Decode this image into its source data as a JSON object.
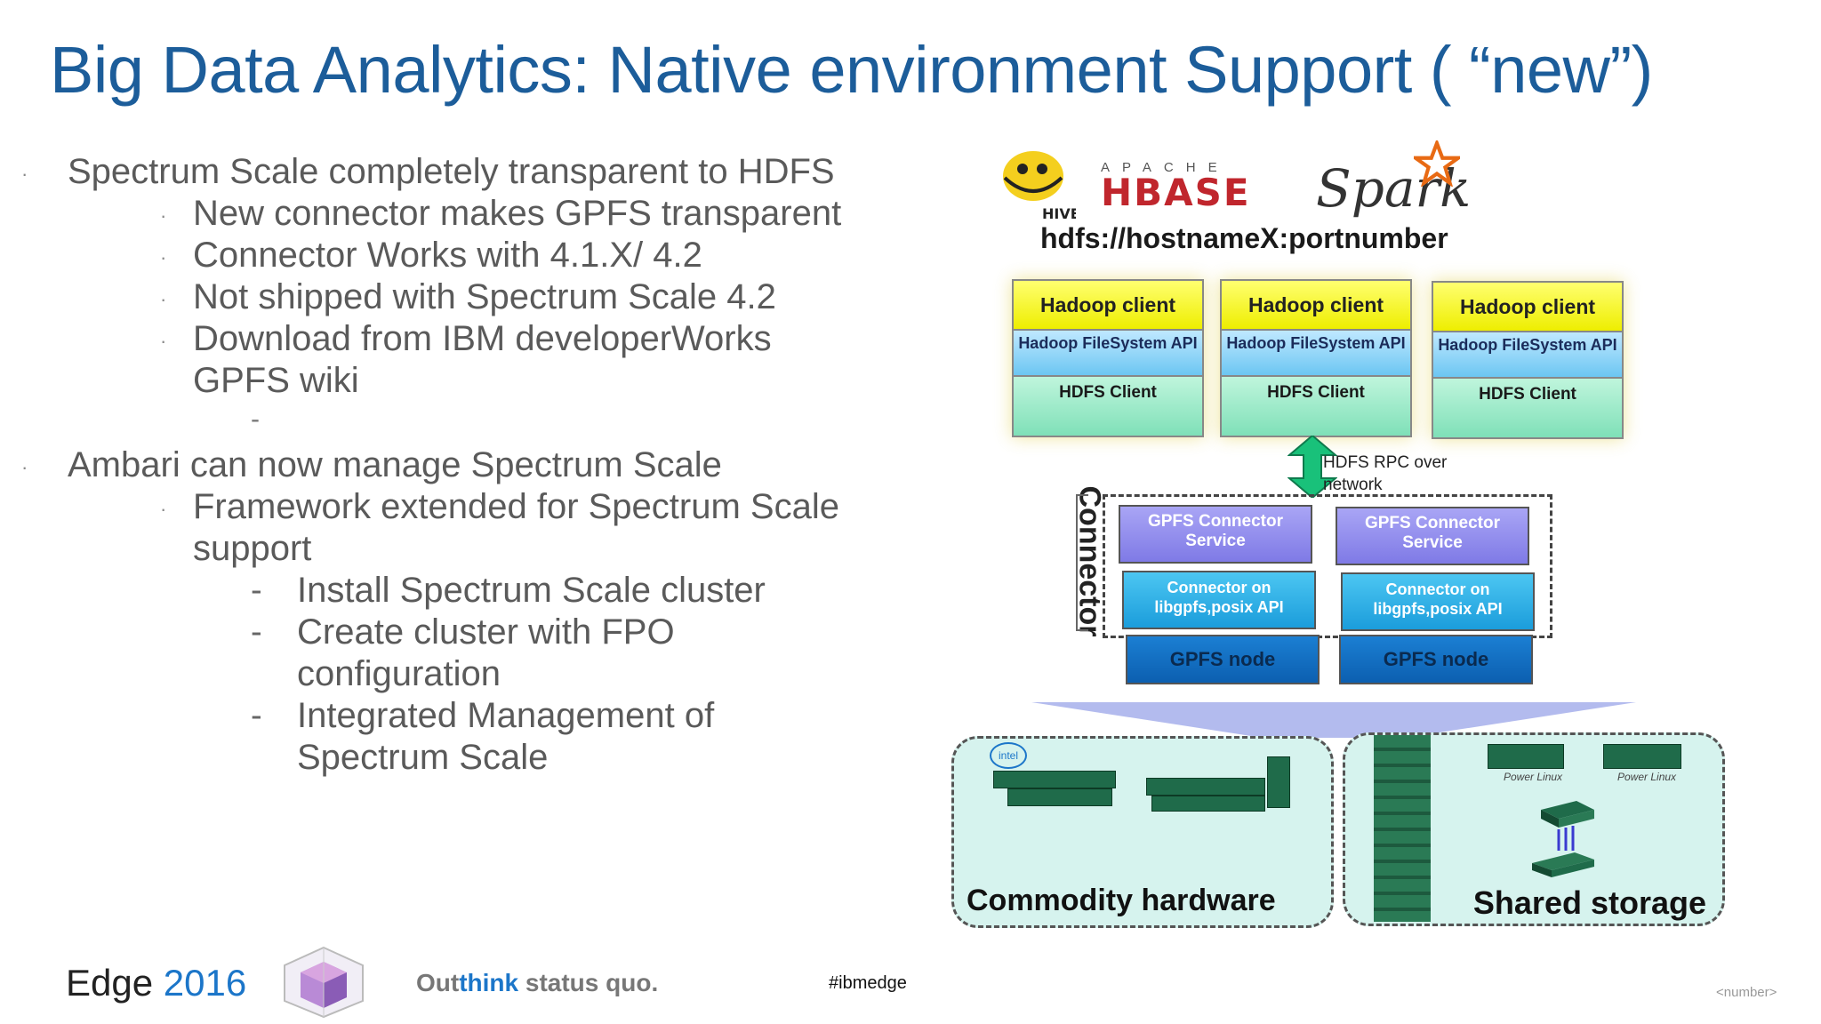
{
  "slide": {
    "title": "Big Data Analytics: Native environment Support ( “new”)"
  },
  "bullets": {
    "b1": "Spectrum Scale completely transparent to HDFS",
    "b1_subs": [
      "New connector makes GPFS transparent",
      "Connector Works with 4.1.X/ 4.2",
      "Not shipped with Spectrum Scale 4.2",
      "Download from IBM developerWorks GPFS wiki"
    ],
    "dash_marker": "-",
    "b2": "Ambari can now manage Spectrum Scale",
    "b2_subs": [
      "Framework extended for Spectrum Scale support"
    ],
    "b2_subsubs": [
      "Install Spectrum Scale cluster",
      "Create cluster with FPO configuration",
      "Integrated Management of Spectrum Scale"
    ]
  },
  "diagram": {
    "logos": {
      "hive": "HIVE",
      "hbase_apache": "APACHE",
      "hbase": "HBASE",
      "spark": "Spark"
    },
    "url": "hdfs://hostnameX:portnumber",
    "columns": [
      {
        "client": "Hadoop client",
        "fs_api": "Hadoop FileSystem API",
        "hdfs_client": "HDFS Client"
      },
      {
        "client": "Hadoop client",
        "fs_api": "Hadoop FileSystem API",
        "hdfs_client": "HDFS Client"
      },
      {
        "client": "Hadoop client",
        "fs_api": "Hadoop FileSystem API",
        "hdfs_client": "HDFS Client"
      }
    ],
    "rpc_label": "HDFS RPC over network",
    "connector_label": "Connector",
    "services": [
      {
        "service": "GPFS Connector Service",
        "connector": "Connector on libgpfs,posix API",
        "node": "GPFS node"
      },
      {
        "service": "GPFS Connector Service",
        "connector": "Connector on libgpfs,posix API",
        "node": "GPFS node"
      }
    ],
    "commodity_label": "Commodity hardware",
    "intel_label": "intel",
    "shared_label": "Shared storage",
    "power_labels": [
      "Power Linux",
      "Power Linux"
    ]
  },
  "footer": {
    "edge": "Edge",
    "year": "2016",
    "outthink_a": "Out",
    "outthink_b": "think",
    "outthink_c": " status quo.",
    "hashtag": "#ibmedge",
    "page_number": "<number>"
  },
  "colors": {
    "title": "#1c5d9a",
    "accent_blue": "#1c76c9",
    "hadoop_client": "#eeee00",
    "gpfs_service": "#7f7ae6",
    "gpfs_node": "#0c5fb0"
  }
}
